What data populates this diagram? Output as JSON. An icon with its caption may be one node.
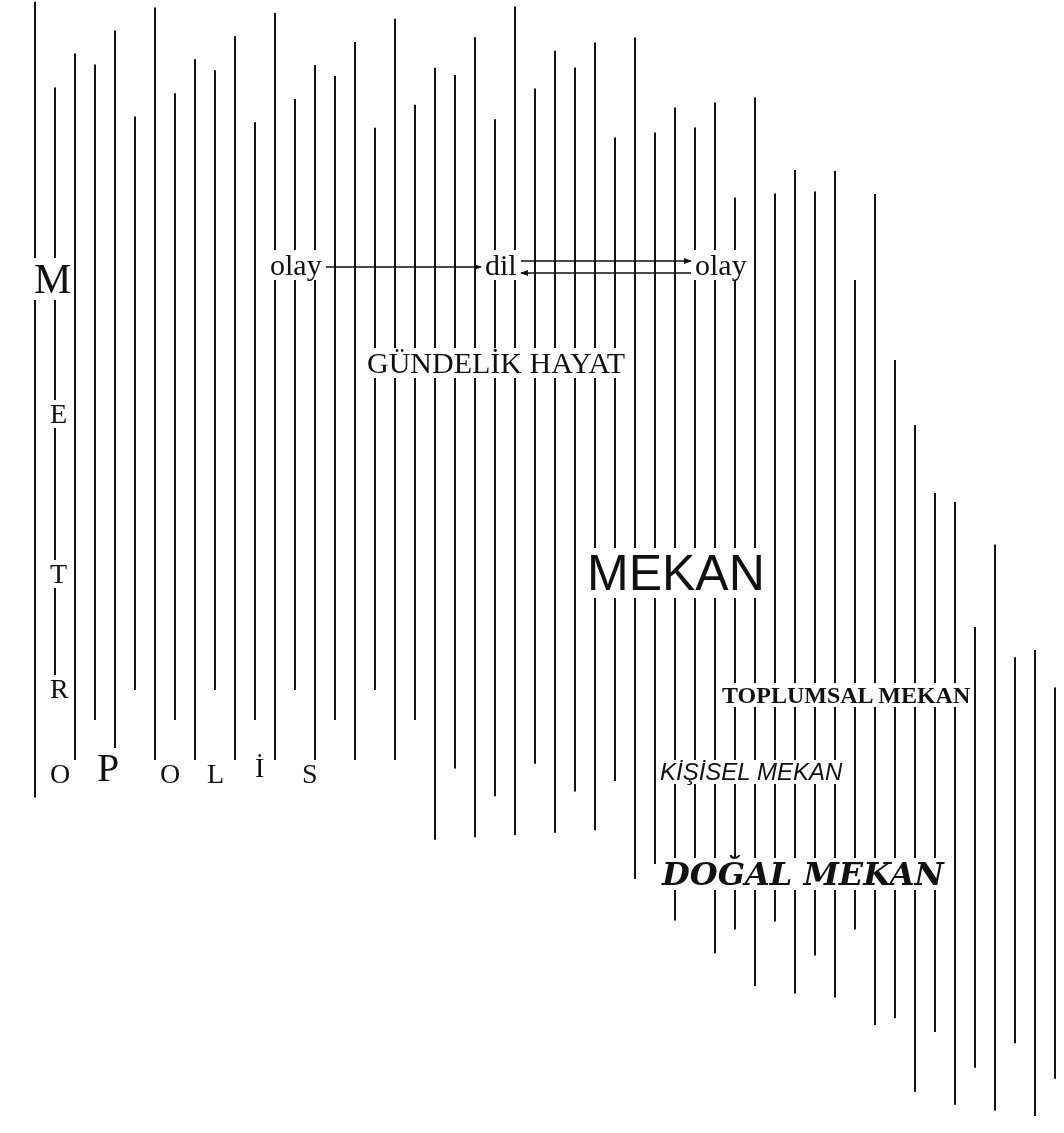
{
  "diagram": {
    "nodes": [
      {
        "text": [
          "olay"
        ]
      },
      {
        "text": [
          "dil"
        ]
      },
      {
        "text": [
          "olay"
        ]
      }
    ],
    "edges": [
      {
        "from": 0,
        "to": 1,
        "arrow": "to"
      },
      {
        "from": 1,
        "to": 2,
        "arrow": "to"
      },
      {
        "from": 2,
        "to": 1,
        "arrow": "to"
      }
    ],
    "labels": [
      "M",
      "GÜNDELİK HAYAT",
      "E",
      "T",
      "MEKAN",
      "R",
      "TOPLUMSAL MEKAN",
      "O",
      "P",
      "O",
      "L",
      "İ",
      "S",
      "KİŞİSEL MEKAN",
      "DOĞAL MEKAN"
    ]
  }
}
